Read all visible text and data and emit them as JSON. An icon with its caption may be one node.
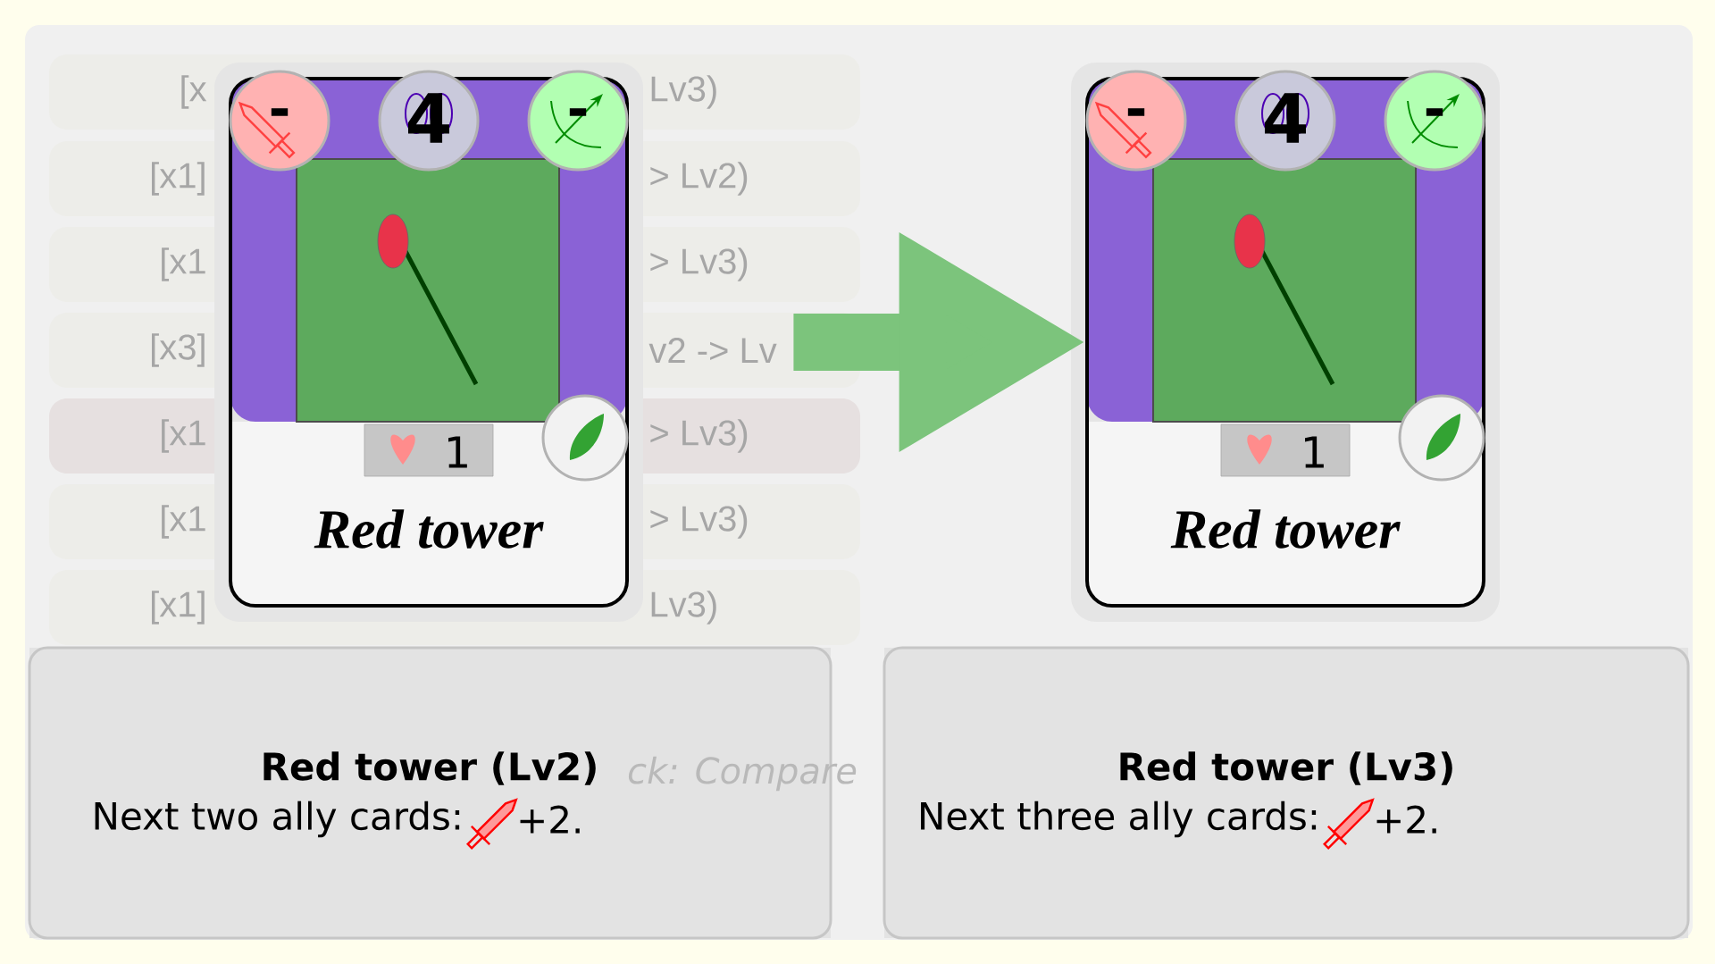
{
  "diagram": {
    "nodes": [
      {
        "text": [
          "-",
          "4",
          "-",
          "1",
          "Red tower"
        ]
      },
      {
        "text": [
          "-",
          "4",
          "-",
          "1",
          "Red tower"
        ]
      },
      {
        "text": [
          "Red tower (Lv2)",
          "Next two ally cards:",
          "+2."
        ]
      },
      {
        "text": [
          "Red tower (Lv3)",
          "Next three ally cards:",
          "+2."
        ]
      }
    ],
    "edges": [
      {
        "from": 0,
        "to": 1,
        "arrow": "to",
        "color": "#7cc47c"
      }
    ],
    "labels": [
      "[x",
      "Lv3)",
      "[x1]",
      "> Lv2)",
      "[x1",
      "> Lv3)",
      "[x3]",
      "v2 -> Lv",
      "[x1",
      "> Lv3)",
      "[x1",
      "> Lv3)",
      "[x1]",
      "Lv3)",
      "ck: Compare"
    ]
  }
}
